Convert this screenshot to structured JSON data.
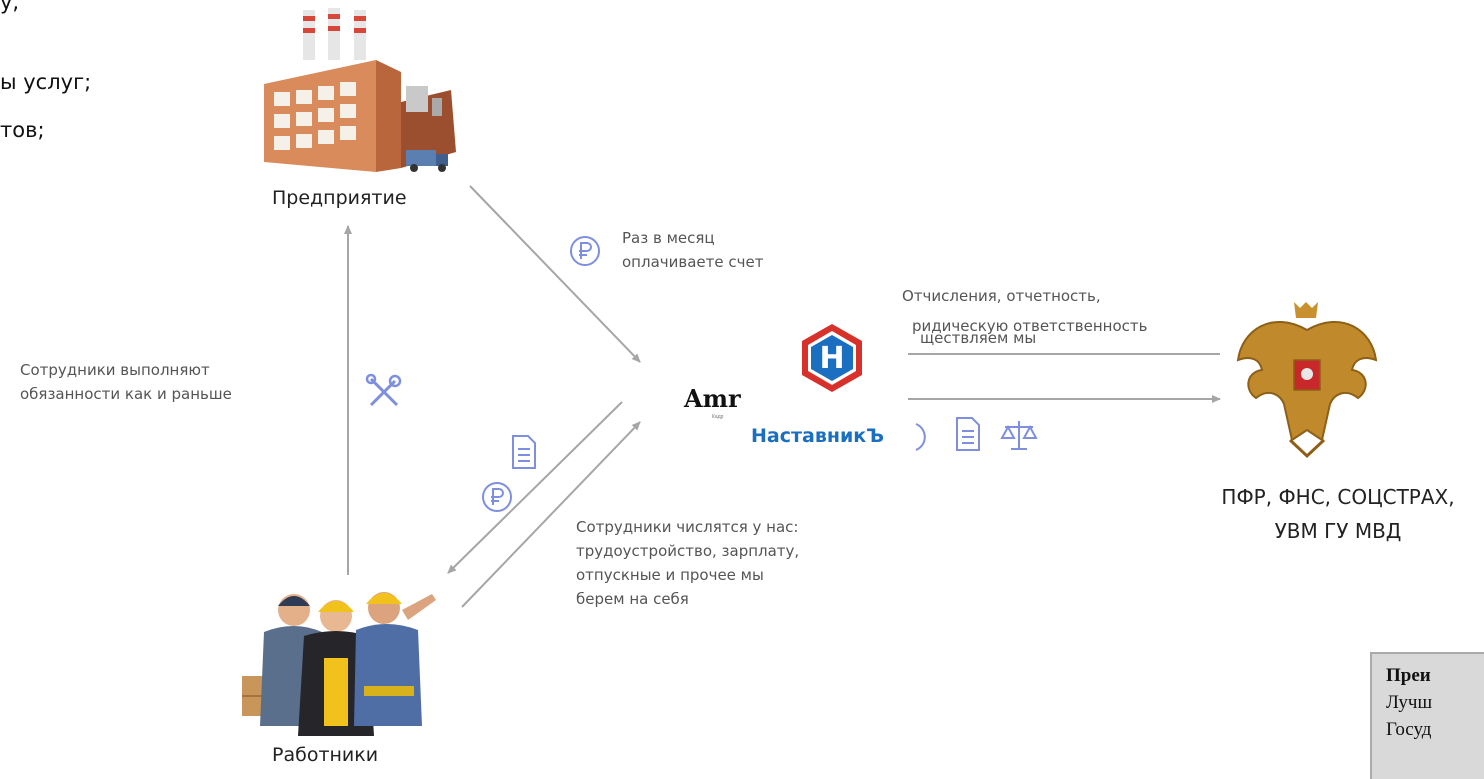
{
  "top_text": {
    "line1": "у,",
    "line2": "ы услуг;",
    "line3": "тов;"
  },
  "nodes": {
    "enterprise": "Предприятие",
    "workers": "Работники",
    "government_line1": "ПФР, ФНС, СОЦСТРАХ,",
    "government_line2": "УВМ ГУ МВД"
  },
  "notes": {
    "payment_line1": "Раз в месяц",
    "payment_line2": "оплачиваете счет",
    "duties_line1": "Сотрудники выполняют",
    "duties_line2": "обязанности как и раньше",
    "employed_line1": "Сотрудники числятся у нас:",
    "employed_line2": "трудоустройство, зарплату,",
    "employed_line3": "отпускные и прочее мы",
    "employed_line4": "берем на себя",
    "reporting_line1": "Отчисления, отчетность,",
    "reporting_line2": "ридическую ответственность",
    "reporting_line3": "ществляем мы"
  },
  "brand": {
    "name": "НаставникЪ",
    "letter": "Н",
    "partial_name": "Amr",
    "partial_sub": "Кадр"
  },
  "benefits": {
    "title": "Преи",
    "line1": "Лучш",
    "line2": "Госуд"
  },
  "colors": {
    "arrow": "#a6a6a6",
    "icon": "#7f8fe0",
    "brand_blue": "#1a6fc0",
    "brand_red": "#d8312c"
  }
}
